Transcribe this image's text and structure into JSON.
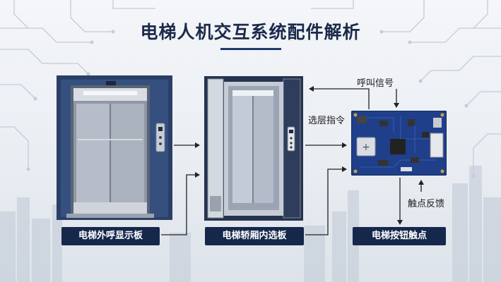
{
  "title": "电梯人机交互系统配件解析",
  "components": {
    "outer_display": "电梯外呼显示板",
    "car_panel": "电梯轿厢内选板",
    "button_contact": "电梯按钮触点"
  },
  "signals": {
    "call": "呼叫信号",
    "floor_select": "选层指令",
    "touch_feedback": "触点反馈"
  },
  "colors": {
    "accent": "#15284b",
    "frame": "#2b3f66",
    "pcb": "#1f3f8a"
  }
}
